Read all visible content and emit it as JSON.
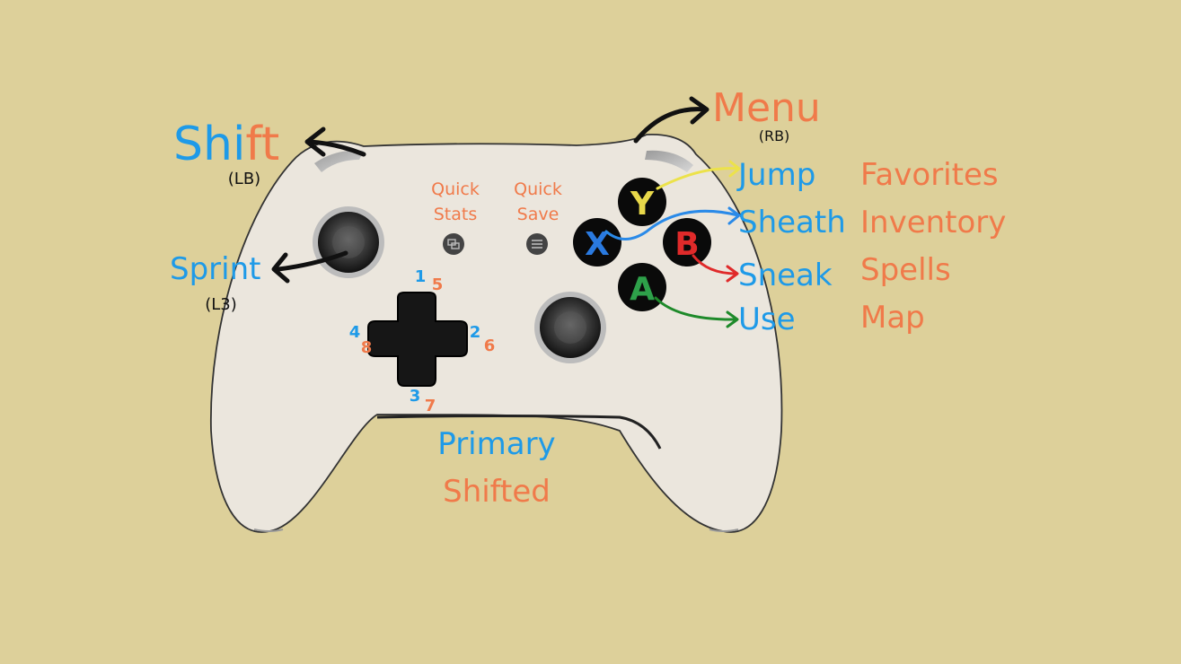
{
  "colors": {
    "background": "#ddd09a",
    "primary": "#1e9ae8",
    "shifted": "#f07a4a",
    "y_button": "#e8d84a",
    "x_button": "#2a7ae0",
    "b_button": "#e02a2a",
    "a_button": "#2ea04a"
  },
  "shift": {
    "prefix": "Shi",
    "suffix": "ft",
    "sub": "(LB)"
  },
  "menu": {
    "label": "Menu",
    "sub": "(RB)"
  },
  "sprint": {
    "label": "Sprint",
    "sub": "(L3)"
  },
  "quick_stats": {
    "line1": "Quick",
    "line2": "Stats"
  },
  "quick_save": {
    "line1": "Quick",
    "line2": "Save"
  },
  "buttons": {
    "y": "Y",
    "x": "X",
    "b": "B",
    "a": "A"
  },
  "actions": {
    "primary": [
      "Jump",
      "Sheath",
      "Sneak",
      "Use"
    ],
    "shifted": [
      "Favorites",
      "Inventory",
      "Spells",
      "Map"
    ]
  },
  "dpad": {
    "up_primary": "1",
    "up_shifted": "5",
    "right_primary": "2",
    "right_shifted": "6",
    "down_primary": "3",
    "down_shifted": "7",
    "left_primary": "4",
    "left_shifted": "8"
  },
  "legend": {
    "primary": "Primary",
    "shifted": "Shifted"
  }
}
